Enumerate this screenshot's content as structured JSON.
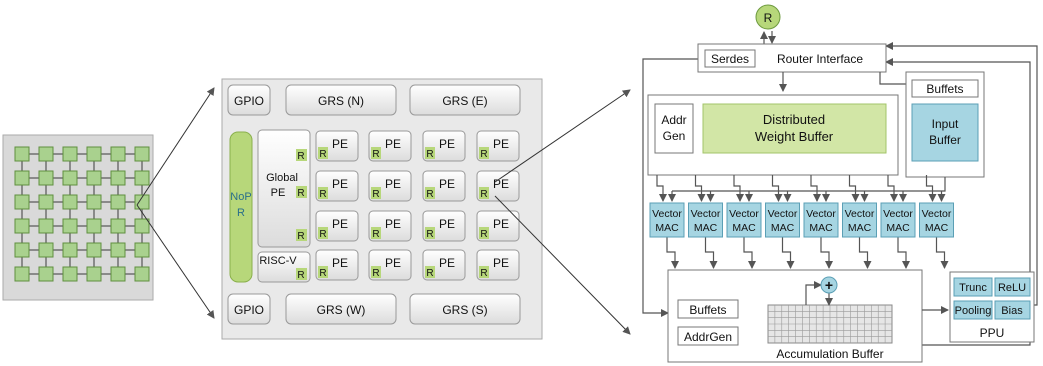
{
  "chip_grid": {
    "rows": 6,
    "cols": 6
  },
  "package": {
    "gpio_top": "GPIO",
    "grs_n": "GRS (N)",
    "grs_e": "GRS (E)",
    "gpio_bottom": "GPIO",
    "grs_w": "GRS (W)",
    "grs_s": "GRS (S)",
    "nop_label": "NoP",
    "nop_router": "R",
    "global_pe_line1": "Global",
    "global_pe_line2": "PE",
    "risc_v": "RISC-V",
    "pe_label": "PE",
    "router_label": "R"
  },
  "pe_detail": {
    "router": "R",
    "serdes": "Serdes",
    "router_interface": "Router Interface",
    "addr_gen_line1": "Addr",
    "addr_gen_line2": "Gen",
    "weight_buffer_line1": "Distributed",
    "weight_buffer_line2": "Weight Buffer",
    "buffets_top": "Buffets",
    "input_buffer_line1": "Input",
    "input_buffer_line2": "Buffer",
    "vector_mac_line1": "Vector",
    "vector_mac_line2": "MAC",
    "vector_mac_count": 8,
    "adder": "+",
    "buffets_bottom": "Buffets",
    "addrgen": "AddrGen",
    "accumulation_buffer": "Accumulation Buffer",
    "ppu": {
      "trunc": "Trunc",
      "relu": "ReLU",
      "pooling": "Pooling",
      "bias": "Bias",
      "label": "PPU"
    }
  },
  "colors": {
    "green": "#c6e29a",
    "green_border": "#7aa84a",
    "blue": "#9fd0de",
    "blue_border": "#4a8ea4",
    "grey_panel": "#e9e9e9"
  }
}
